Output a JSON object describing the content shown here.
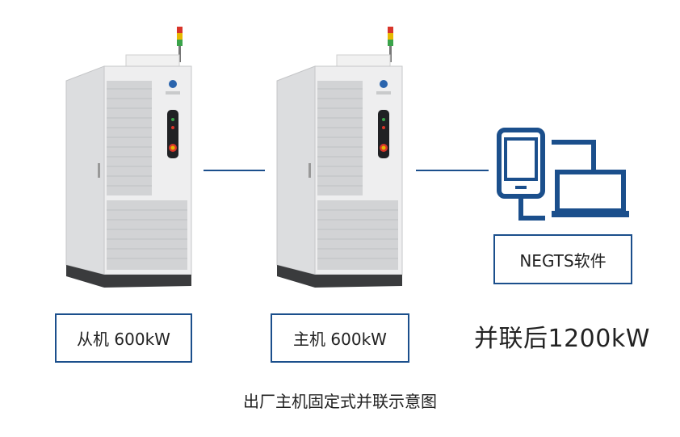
{
  "slave": {
    "label": "从机 600kW"
  },
  "master": {
    "label": "主机 600kW"
  },
  "software": {
    "label": "NEGTS软件"
  },
  "result": {
    "text": "并联后1200kW"
  },
  "caption": {
    "text": "出厂主机固定式并联示意图"
  },
  "colors": {
    "accent": "#1b4f8c",
    "cabinet": "#e9eaeb",
    "base": "#3a3b3d",
    "signal_red": "#d8352a",
    "signal_yellow": "#e6b800",
    "signal_green": "#3aa34a"
  },
  "icons": {
    "devices": "phone-and-laptop-icon"
  }
}
